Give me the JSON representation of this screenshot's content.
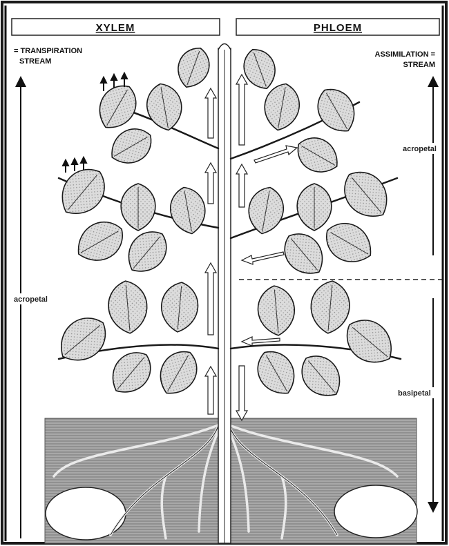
{
  "headers": {
    "left": "XYLEM",
    "right": "PHLOEM"
  },
  "labels": {
    "transpiration_line1": "= TRANSPIRATION",
    "transpiration_line2": "STREAM",
    "assimilation_line1": "ASSIMILATION =",
    "assimilation_line2": "STREAM",
    "left_direction": "acropetal",
    "right_upper_direction": "acropetal",
    "right_lower_direction": "basipetal"
  },
  "colors": {
    "frame": "#1a1a1a",
    "soil": "#8d8d8d",
    "leaf_fill": "#d6d6d6",
    "line": "#1a1a1a"
  },
  "icons": [
    "leaf-icon",
    "arrow-up-icon",
    "arrow-down-icon",
    "tuber-icon",
    "root-icon",
    "vapor-arrows-icon"
  ]
}
